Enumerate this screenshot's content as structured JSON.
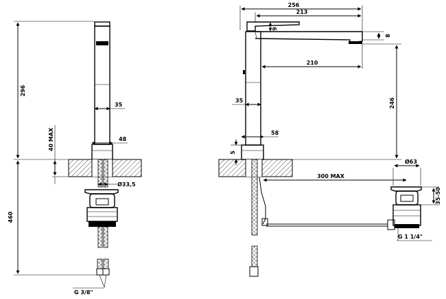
{
  "left_view": {
    "dims": {
      "height_296": "296",
      "width_35": "35",
      "width_48": "48",
      "max_40": "40 MAX",
      "dia_33_5": "Ø33,5",
      "height_460": "460",
      "thread_g38": "G 3/8\""
    }
  },
  "right_view": {
    "dims": {
      "reach_256": "256",
      "reach_213": "213",
      "height_9": "9",
      "height_8": "8",
      "reach_210": "210",
      "height_246": "246",
      "width_35": "35",
      "width_58": "58",
      "height_5": "5",
      "max_300": "300 MAX",
      "dia_63": "Ø63",
      "range_35_50": "35-50",
      "thread_g114": "G 1 1/4\""
    }
  }
}
